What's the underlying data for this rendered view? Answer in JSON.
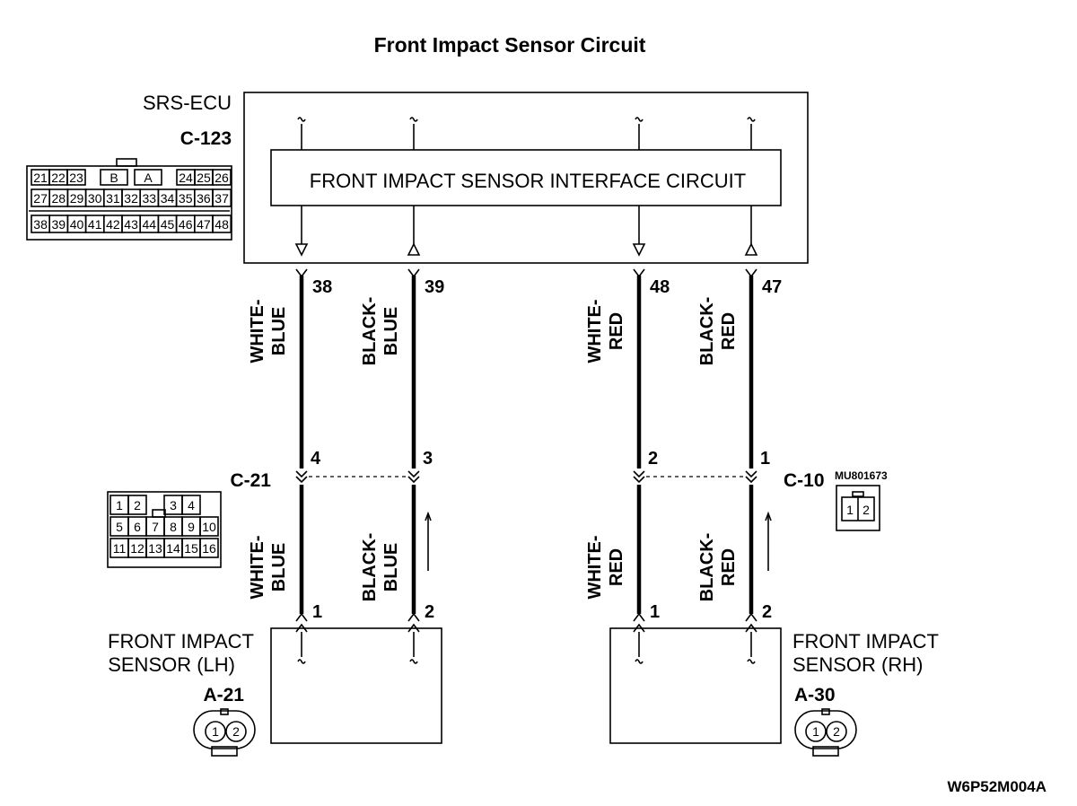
{
  "title": "Front Impact Sensor Circuit",
  "ecu": {
    "name": "SRS-ECU",
    "connector": "C-123",
    "interface_label": "FRONT IMPACT SENSOR INTERFACE CIRCUIT",
    "pin_rows": [
      [
        "21",
        "22",
        "23",
        "B",
        "A",
        "24",
        "25",
        "26"
      ],
      [
        "27",
        "28",
        "29",
        "30",
        "31",
        "32",
        "33",
        "34",
        "35",
        "36",
        "37"
      ],
      [
        "38",
        "39",
        "40",
        "41",
        "42",
        "43",
        "44",
        "45",
        "46",
        "47",
        "48"
      ]
    ]
  },
  "wires": [
    {
      "ecu_pin": "38",
      "color_top": [
        "WHITE-",
        "BLUE"
      ],
      "mid_pin": "4",
      "color_bottom": [
        "WHITE-",
        "BLUE"
      ],
      "sensor_pin": "1"
    },
    {
      "ecu_pin": "39",
      "color_top": [
        "BLACK-",
        "BLUE"
      ],
      "mid_pin": "3",
      "color_bottom": [
        "BLACK-",
        "BLUE"
      ],
      "sensor_pin": "2"
    },
    {
      "ecu_pin": "48",
      "color_top": [
        "WHITE-",
        "RED"
      ],
      "mid_pin": "2",
      "color_bottom": [
        "WHITE-",
        "RED"
      ],
      "sensor_pin": "1"
    },
    {
      "ecu_pin": "47",
      "color_top": [
        "BLACK-",
        "RED"
      ],
      "mid_pin": "1",
      "color_bottom": [
        "BLACK-",
        "RED"
      ],
      "sensor_pin": "2"
    }
  ],
  "intermediate": {
    "left": {
      "connector": "C-21",
      "pin_rows": [
        [
          "1",
          "2",
          "",
          "3",
          "4"
        ],
        [
          "5",
          "6",
          "7",
          "8",
          "9",
          "10"
        ],
        [
          "11",
          "12",
          "13",
          "14",
          "15",
          "16"
        ]
      ]
    },
    "right": {
      "connector": "C-10",
      "part_number": "MU801673",
      "pins": [
        "1",
        "2"
      ]
    }
  },
  "sensors": {
    "left": {
      "name_line1": "FRONT IMPACT",
      "name_line2": "SENSOR (LH)",
      "connector": "A-21",
      "pins": [
        "1",
        "2"
      ]
    },
    "right": {
      "name_line1": "FRONT IMPACT",
      "name_line2": "SENSOR (RH)",
      "connector": "A-30",
      "pins": [
        "1",
        "2"
      ]
    }
  },
  "figure_code": "W6P52M004A"
}
